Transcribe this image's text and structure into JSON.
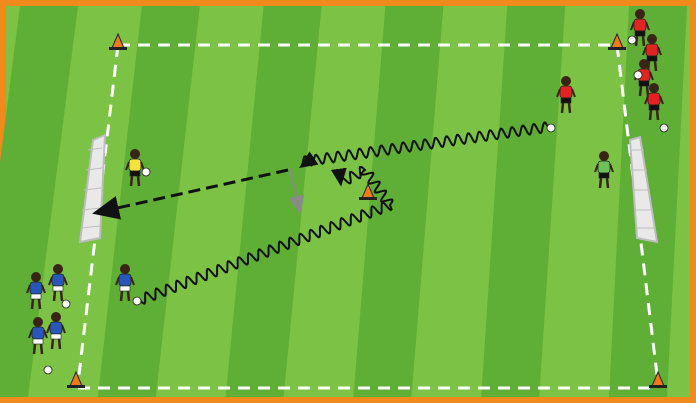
{
  "diagram": {
    "type": "soccer-drill",
    "colors": {
      "frame": "#f08a1c",
      "grass_light": "#7cc244",
      "grass_dark": "#5fae35",
      "field_lines": "#ffffff",
      "red_team": "#e02424",
      "blue_team": "#2857b8",
      "goalkeeper_yellow": "#f2e23a",
      "goalkeeper_green": "#6fbf5a",
      "cone": "#f07a1a",
      "path": "#111111",
      "pass_arrow_gray": "#8a8a8a"
    },
    "icons": [
      "cone-icon",
      "goal-icon",
      "ball-icon",
      "player-icon"
    ],
    "teams": [
      {
        "name": "red",
        "players_in_queue": 4,
        "players_active": 1
      },
      {
        "name": "blue",
        "players_in_queue": 4,
        "players_active": 1
      }
    ],
    "goalkeepers": 2,
    "goals": 2,
    "cones": 5,
    "arrows": [
      "dribble-path-red",
      "pass-to-goal",
      "dribble-path-blue",
      "pass-arrow-gray"
    ]
  }
}
